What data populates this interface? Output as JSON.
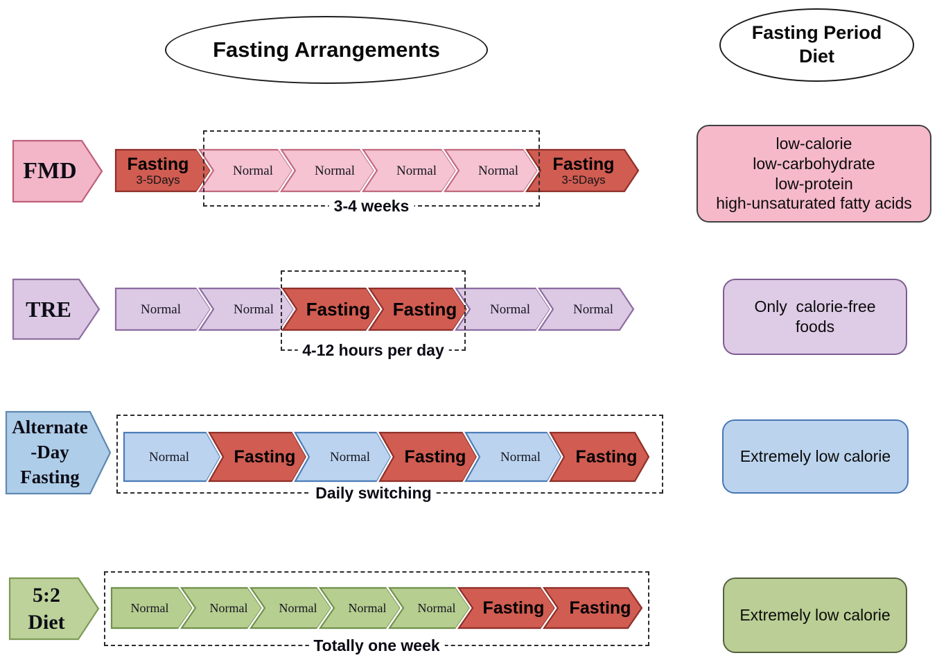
{
  "titles": {
    "arrangements": "Fasting Arrangements",
    "diet_line1": "Fasting Period",
    "diet_line2": "Diet"
  },
  "colors": {
    "fasting_fill": "#D05C52",
    "fasting_border": "#8E2F28",
    "fmd_pink_fill": "#F5C3D1",
    "fmd_pink_border": "#C2697F",
    "tre_purple_fill": "#DCC9E4",
    "tre_purple_border": "#8D6BA1",
    "adf_blue_fill": "#BBD3EE",
    "adf_blue_border": "#4B7CB8",
    "diet52_green_fill": "#B6CE90",
    "diet52_green_border": "#71904C",
    "diet_box_pink": "#F5B9CA",
    "diet_box_purple": "#DECBE6",
    "diet_box_blue": "#BBD3ED",
    "diet_box_green": "#BACE95"
  },
  "rows": [
    {
      "name": "FMD",
      "label_lines": [
        "FMD"
      ],
      "chevrons": [
        {
          "label": "Fasting",
          "sublabel": "3-5Days",
          "type": "fasting"
        },
        {
          "label": "Normal",
          "type": "normal"
        },
        {
          "label": "Normal",
          "type": "normal"
        },
        {
          "label": "Normal",
          "type": "normal"
        },
        {
          "label": "Normal",
          "type": "normal"
        },
        {
          "label": "Fasting",
          "sublabel": "3-5Days",
          "type": "fasting"
        }
      ],
      "bracket": "3-4 weeks",
      "diet_lines": [
        "low-calorie",
        "low-carbohydrate",
        "low-protein",
        "high-unsaturated fatty acids"
      ]
    },
    {
      "name": "TRE",
      "label_lines": [
        "TRE"
      ],
      "chevrons": [
        {
          "label": "Normal",
          "type": "normal"
        },
        {
          "label": "Normal",
          "type": "normal"
        },
        {
          "label": "Fasting",
          "type": "fasting"
        },
        {
          "label": "Fasting",
          "type": "fasting"
        },
        {
          "label": "Normal",
          "type": "normal"
        },
        {
          "label": "Normal",
          "type": "normal"
        }
      ],
      "bracket": "4-12 hours per day",
      "diet_lines": [
        "Only  calorie-free",
        "foods"
      ]
    },
    {
      "name": "Alternate-Day Fasting",
      "label_lines": [
        "Alternate",
        "-Day",
        "Fasting"
      ],
      "chevrons": [
        {
          "label": "Normal",
          "type": "normal"
        },
        {
          "label": "Fasting",
          "type": "fasting"
        },
        {
          "label": "Normal",
          "type": "normal"
        },
        {
          "label": "Fasting",
          "type": "fasting"
        },
        {
          "label": "Normal",
          "type": "normal"
        },
        {
          "label": "Fasting",
          "type": "fasting"
        }
      ],
      "bracket": "Daily switching",
      "diet_lines": [
        "Extremely low calorie"
      ]
    },
    {
      "name": "5:2 Diet",
      "label_lines": [
        "5:2",
        "Diet"
      ],
      "chevrons": [
        {
          "label": "Normal",
          "type": "normal"
        },
        {
          "label": "Normal",
          "type": "normal"
        },
        {
          "label": "Normal",
          "type": "normal"
        },
        {
          "label": "Normal",
          "type": "normal"
        },
        {
          "label": "Normal",
          "type": "normal"
        },
        {
          "label": "Fasting",
          "type": "fasting"
        },
        {
          "label": "Fasting",
          "type": "fasting"
        }
      ],
      "bracket": "Totally one week",
      "diet_lines": [
        "Extremely low calorie"
      ]
    }
  ]
}
